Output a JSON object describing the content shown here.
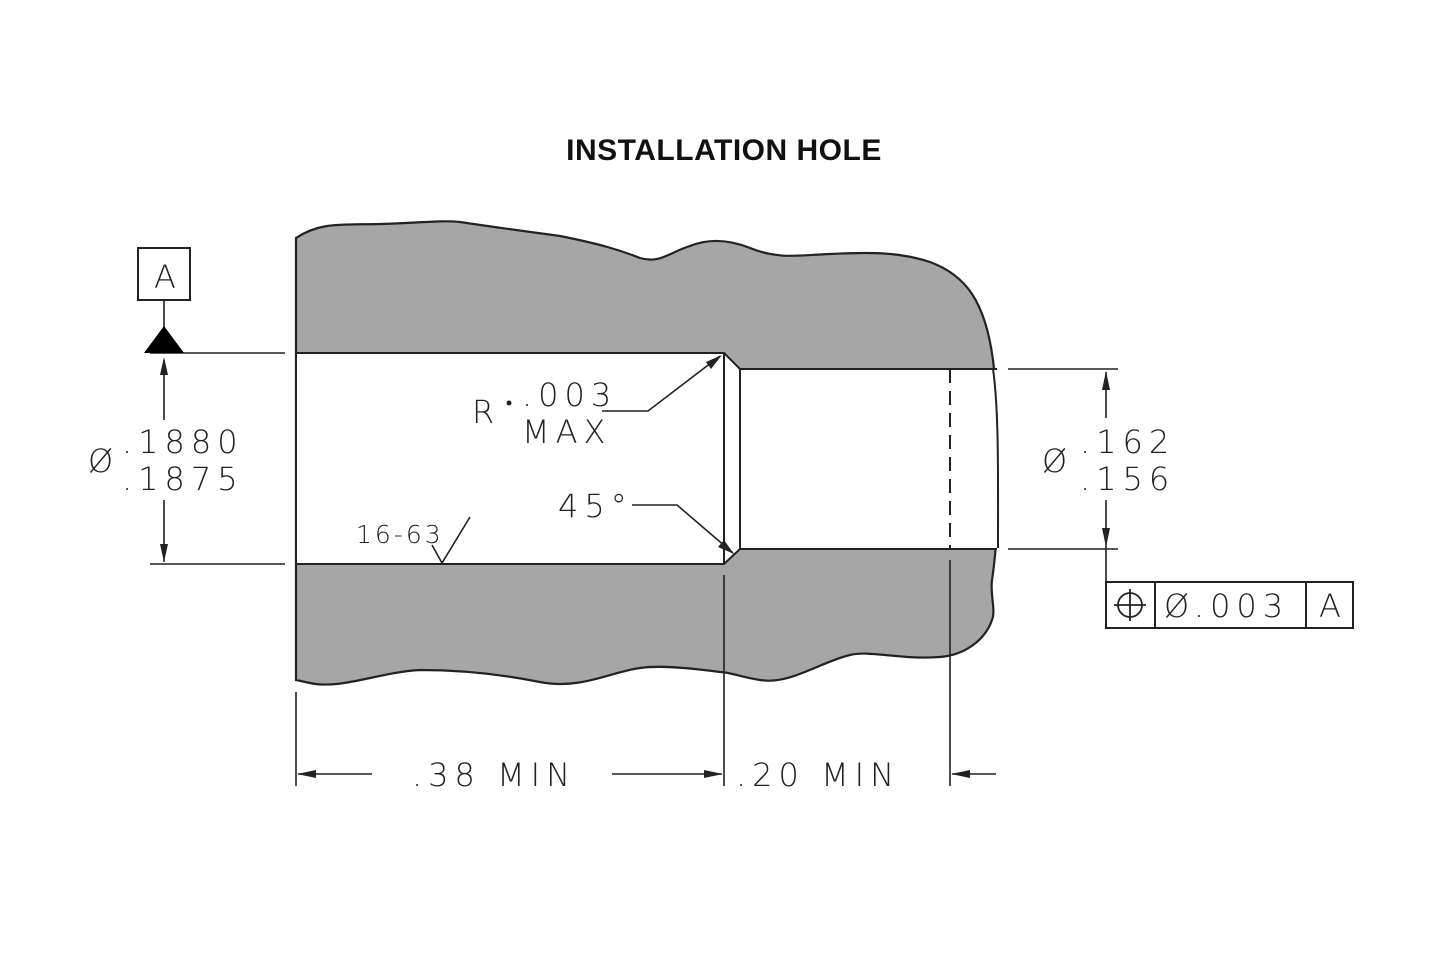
{
  "title": "INSTALLATION HOLE",
  "colors": {
    "material_fill": "#a6a6a6",
    "line": "#222222",
    "background": "#ffffff"
  },
  "datum": {
    "label": "A"
  },
  "left_diameter": {
    "symbol": "Ø",
    "upper": ".1880",
    "lower": ".1875"
  },
  "radius_callout": {
    "prefix": "R",
    "value": ".003",
    "qualifier": "MAX"
  },
  "chamfer_callout": {
    "angle": "45°"
  },
  "surface_finish": {
    "value": "16-63"
  },
  "right_diameter": {
    "symbol": "Ø",
    "upper": ".162",
    "lower": ".156"
  },
  "feature_control_frame": {
    "symbol": "position-icon",
    "tolerance": "Ø.003",
    "datum": "A"
  },
  "bottom_dimensions": [
    {
      "value": ".38 MIN"
    },
    {
      "value": ".20 MIN"
    }
  ]
}
